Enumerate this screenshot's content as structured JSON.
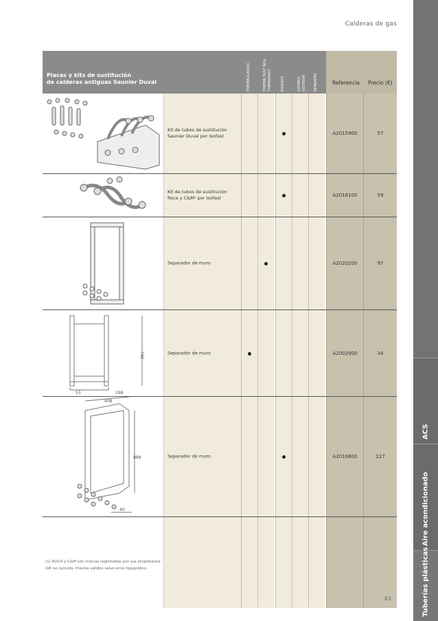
{
  "header": {
    "section_title": "Calderas de gas"
  },
  "sidebar": {
    "tabs": [
      {
        "label": "ACS"
      },
      {
        "label": "Aire acondicionado"
      },
      {
        "label": "Tuberías plásticas"
      }
    ]
  },
  "table": {
    "title_line1": "Placas y kits de sustitución",
    "title_line2": "de calderas antiguas Saunier Duval",
    "compat_headers": [
      "THEMACLASSIC",
      "THEMA FAST NOx\nTHEMAFAST",
      "ISOFAST",
      "ISOMAX\nISOTWIN",
      "SEMIATEK"
    ],
    "col_reference": "Referencia",
    "col_price": "Precio (€)",
    "rows": [
      {
        "description": "Kit de tubos de sustitución\nSaunier Duval por Isofast",
        "compat": [
          false,
          false,
          true,
          false,
          false
        ],
        "reference": "A2015900",
        "price": "57"
      },
      {
        "description": "Kit de tubos de sustitución\nRoca y C&M¹ por Isofast",
        "compat": [
          false,
          false,
          true,
          false,
          false
        ],
        "reference": "A2016100",
        "price": "59"
      },
      {
        "description": "Separador de muro",
        "compat": [
          false,
          true,
          false,
          false,
          false
        ],
        "reference": "A2020200",
        "price": "97"
      },
      {
        "description": "Separador de muro",
        "compat": [
          true,
          false,
          false,
          false,
          false
        ],
        "reference": "A2002900",
        "price": "34"
      },
      {
        "description": "Separador de muro",
        "compat": [
          false,
          false,
          true,
          false,
          false
        ],
        "reference": "A2016600",
        "price": "127"
      }
    ]
  },
  "drawings": {
    "row4_dims": [
      "740",
      "53",
      "398"
    ],
    "row5_dims": [
      "408",
      "888",
      "40"
    ]
  },
  "footnote": {
    "line1": "(1) ROCA y C&M son marcas registradas por sus propietarios.",
    "line2": "IVA no incluido. Precios válidos salvo error tipográfico"
  },
  "page_number": "63"
}
